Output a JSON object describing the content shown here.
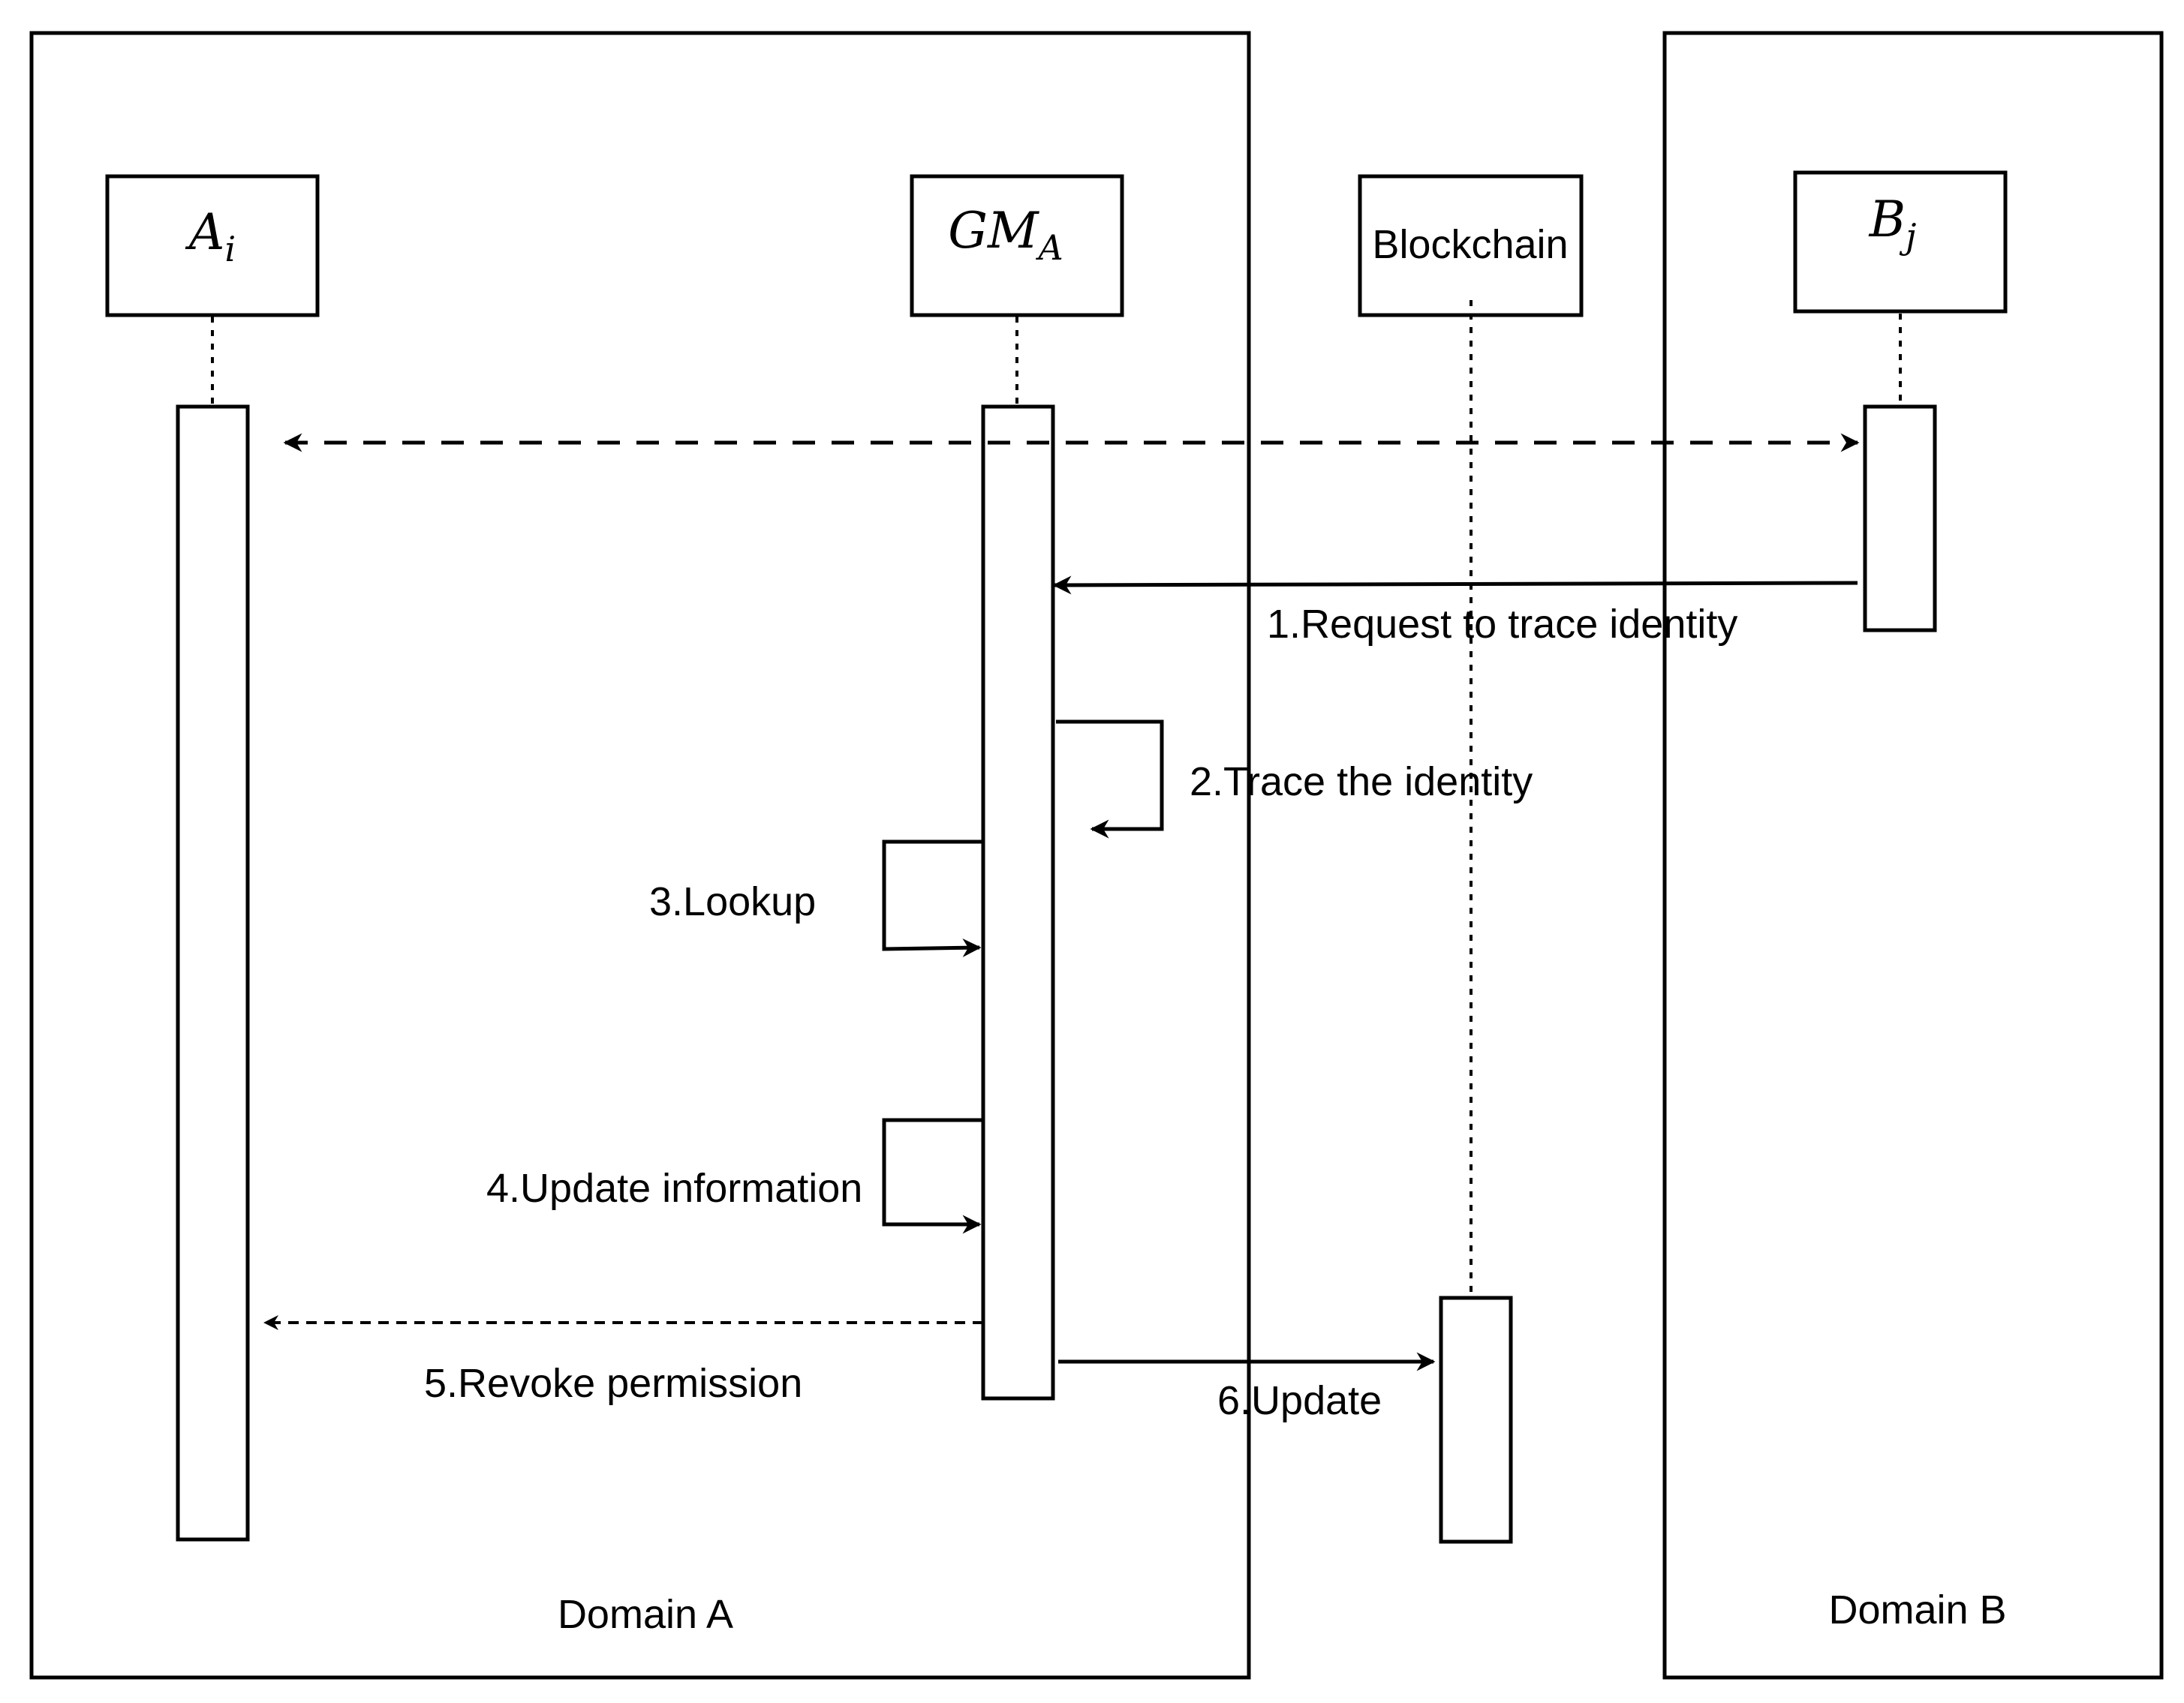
{
  "domains": {
    "a_label": "Domain A",
    "b_label": "Domain B"
  },
  "participants": {
    "ai": {
      "base": "A",
      "sub": "i"
    },
    "gma": {
      "base": "GM",
      "sub": "A"
    },
    "blockchain": {
      "label": "Blockchain"
    },
    "bj": {
      "base": "B",
      "sub": "j"
    }
  },
  "messages": {
    "m1": "1.Request to trace identity",
    "m2": "2.Trace the identity",
    "m3": "3.Lookup",
    "m4": "4.Update information",
    "m5": "5.Revoke permission",
    "m6": "6.Update"
  }
}
